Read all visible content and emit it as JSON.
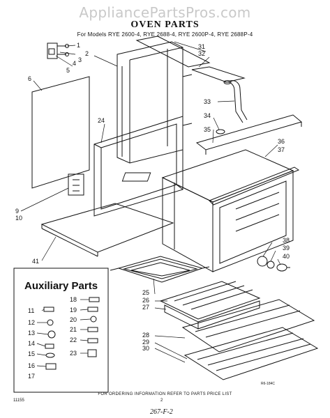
{
  "watermark": "AppliancePartsPros.com",
  "title": "OVEN PARTS",
  "subtitle": "For Models RYE 2600-4, RYE 2688-4, RYE 2600P-4, RYE 2688P-4",
  "auxiliary_title": "Auxiliary Parts",
  "footer": {
    "left_code": "11155",
    "ordering_note": "FOR ORDERING INFORMATION REFER TO PARTS PRICE LIST",
    "page_number": "2",
    "drawing_code": "R6-184C",
    "handwritten_note": "267-F-2"
  },
  "callouts": {
    "c1": "1",
    "c2": "2",
    "c3": "3",
    "c4": "4",
    "c5": "5",
    "c6": "6",
    "c9": "9",
    "c10": "10",
    "c24": "24",
    "c31": "31",
    "c32": "32",
    "c33": "33",
    "c34": "34",
    "c35": "35",
    "c36": "36",
    "c37": "37",
    "c38": "38",
    "c39": "39",
    "c40": "40",
    "c41": "41",
    "c25": "25",
    "c26": "26",
    "c27": "27",
    "c28": "28",
    "c29": "29",
    "c30": "30"
  },
  "auxiliary_parts": {
    "left": [
      "11",
      "12",
      "13",
      "14",
      "15",
      "16",
      "17"
    ],
    "right": [
      "18",
      "19",
      "20",
      "21",
      "22",
      "23"
    ]
  }
}
